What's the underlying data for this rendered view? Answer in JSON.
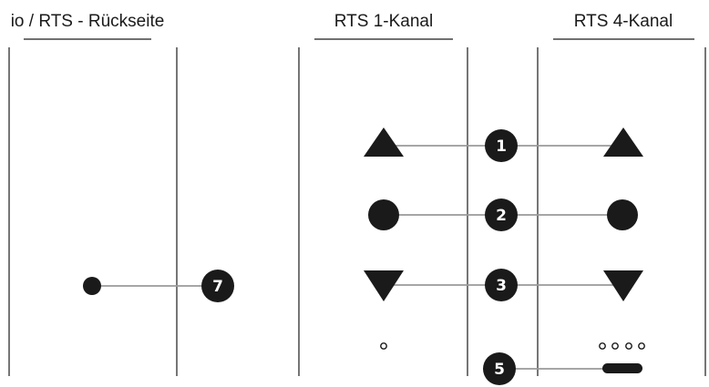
{
  "headers": {
    "back": "io / RTS - Rückseite",
    "one_channel": "RTS 1-Kanal",
    "four_channel": "RTS 4-Kanal"
  },
  "callouts": {
    "up": "1",
    "stop": "2",
    "down": "3",
    "selector": "5",
    "back_button": "7"
  },
  "colors": {
    "ink": "#1a1a1a",
    "connector": "#9a9a9a",
    "badge": "#1a1a1a",
    "badge_text": "#ffffff"
  }
}
